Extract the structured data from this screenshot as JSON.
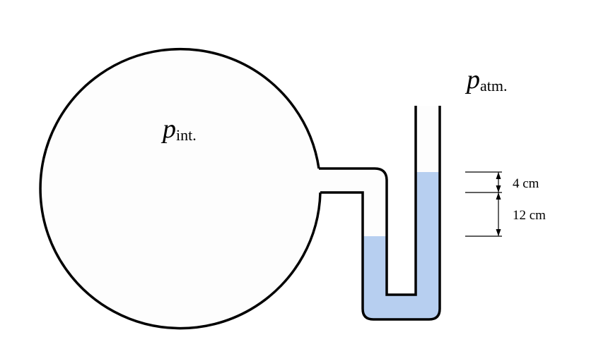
{
  "labels": {
    "p_int_main": "p",
    "p_int_sub": "int.",
    "p_atm_main": "p",
    "p_atm_sub": "atm.",
    "dim_upper": "4 cm",
    "dim_lower": "12 cm"
  },
  "colors": {
    "water": "#b7cff0",
    "outline": "#000000",
    "vessel_fill": "#fdfdfd"
  }
}
